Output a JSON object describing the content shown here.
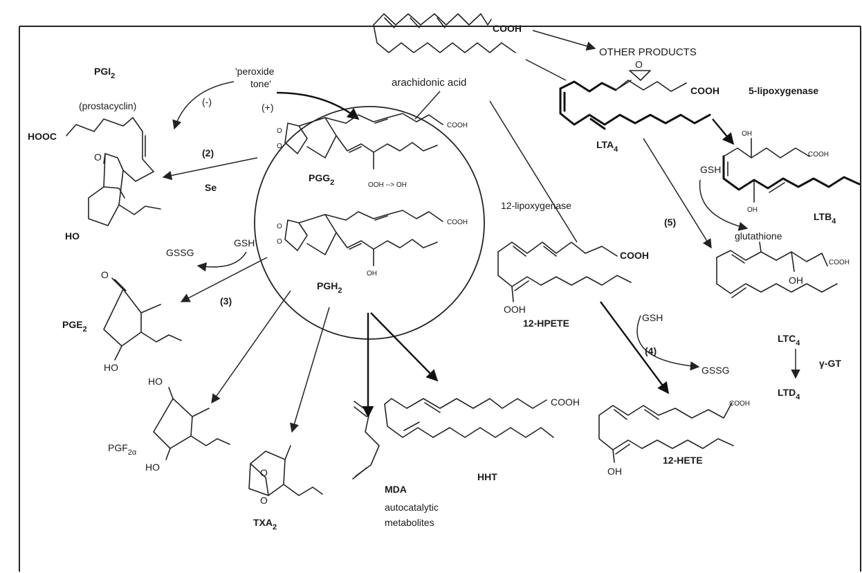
{
  "labels": {
    "pgi2": "PGI",
    "pgi2_sub": "2",
    "prostacyclin": "(prostacyclin)",
    "hooc": "HOOC",
    "ho_pgi2": "HO",
    "peroxide": "'peroxide",
    "tone": "tone'",
    "minus": "(-)",
    "plus": "(+)",
    "step2": "(2)",
    "se": "Se",
    "gssg_left": "GSSG",
    "gsh_left": "GSH",
    "step3": "(3)",
    "pge2": "PGE",
    "pge2_sub": "2",
    "o_pge2": "O",
    "ho_pge2": "HO",
    "pgf2a": "PGF",
    "pgf2a_sub": "2α",
    "ho_pgf_top": "HO",
    "ho_pgf_bottom": "HO",
    "txa2": "TXA",
    "txa2_sub": "2",
    "o_txa": "O",
    "o_txa2": "O",
    "mda": "MDA",
    "autocatalytic": "autocatalytic",
    "metabolites": "metabolites",
    "hht": "HHT",
    "cooh_hht": "COOH",
    "cooh_aa": "COOH",
    "other_products": "OTHER PRODUCTS",
    "arachidonic": "arachidonic acid",
    "pgg2": "PGG",
    "pgg2_sub": "2",
    "cooh_pgg": "COOH",
    "ooh_oh": "OOH --> OH",
    "pgh2": "PGH",
    "pgh2_sub": "2",
    "cooh_pgh": "COOH",
    "oh_pgh": "OH",
    "lox12": "12-lipoxygenase",
    "cooh_hpete": "COOH",
    "ooh_hpete": "OOH",
    "hpete": "12-HPETE",
    "gsh_right": "GSH",
    "step4": "(4)",
    "gssg_right": "GSSG",
    "cooh_hete": "COOH",
    "oh_hete": "OH",
    "hete": "12-HETE",
    "lox5": "5-lipoxygenase",
    "cooh_lta": "COOH",
    "o_lta": "O",
    "lta4": "LTA",
    "lta4_sub": "4",
    "oh_ltb_top": "OH",
    "cooh_ltb": "COOH",
    "gsh_ltb": "GSH",
    "oh_ltb_bottom": "OH",
    "ltb4": "LTB",
    "ltb4_sub": "4",
    "step5": "(5)",
    "glutathione": "glutathione",
    "cooh_glut": "COOH",
    "oh_glut": "OH",
    "ltc4": "LTC",
    "ltc4_sub": "4",
    "ltd4": "LTD",
    "ltd4_sub": "4",
    "ygt": "γ-GT"
  },
  "colors": {
    "line": "#222222",
    "text": "#1a1a1a",
    "background": "#ffffff"
  }
}
